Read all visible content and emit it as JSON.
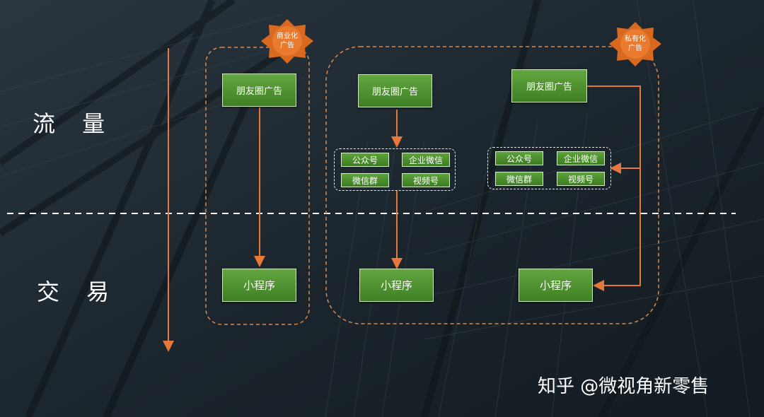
{
  "row_labels": {
    "top": "流 量",
    "bottom": "交 易"
  },
  "badges": {
    "commercial": "商业化\n广告",
    "private": "私有化\n广告"
  },
  "columns": {
    "col1": {
      "ad": "朋友圈广告",
      "result": "小程序"
    },
    "col2": {
      "ad": "朋友圈广告",
      "channels": [
        "公众号",
        "企业微信",
        "微信群",
        "视频号"
      ],
      "result": "小程序"
    },
    "col3": {
      "ad": "朋友圈广告",
      "channels": [
        "公众号",
        "企业微信",
        "微信群",
        "视频号"
      ],
      "result": "小程序"
    }
  },
  "watermark": "知乎 @微视角新零售",
  "colors": {
    "arrow": "#e8773a",
    "group_border": "#d98a4e",
    "box_green": "#4a8f2c",
    "badge_orange": "#e06a24",
    "divider": "#ffffff"
  }
}
